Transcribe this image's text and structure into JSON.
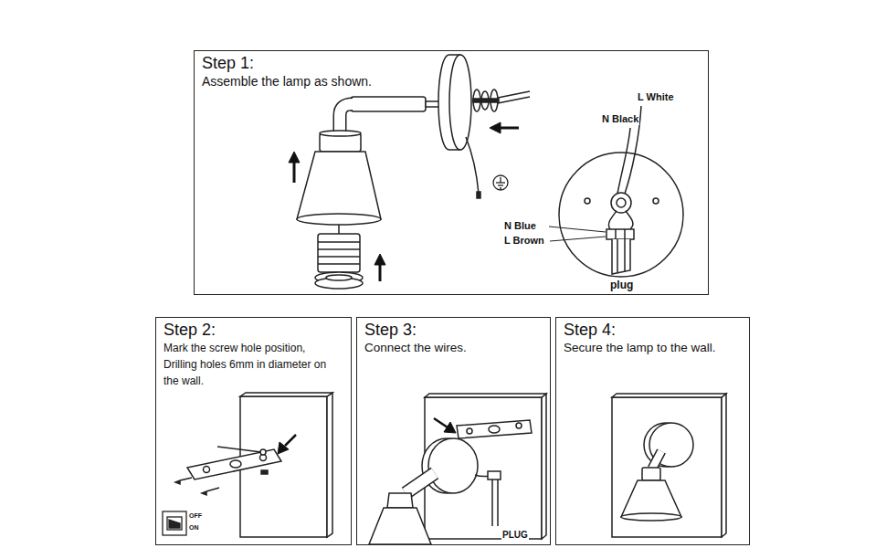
{
  "diagram": {
    "nodes": [
      {
        "text": [
          "Step 1:",
          "Assemble the lamp as shown."
        ]
      },
      {
        "text": [
          "Step 2:",
          "Mark the screw hole position, Drilling holes 6mm in diameter on the wall."
        ]
      },
      {
        "text": [
          "Step 3:",
          "Connect the wires."
        ]
      },
      {
        "text": [
          "Step 4:",
          "Secure the lamp to the wall."
        ]
      }
    ],
    "labels": [
      "L White",
      "N Black",
      "N Blue",
      "L Brown",
      "plug",
      "PLUG",
      "OFF",
      "ON"
    ]
  }
}
